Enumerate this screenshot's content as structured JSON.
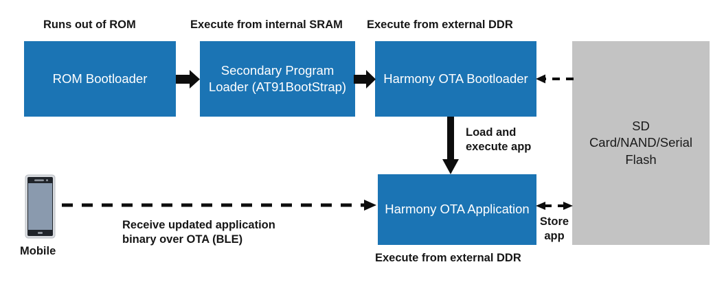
{
  "diagram": {
    "title_hidden": "",
    "colors": {
      "blue": "#1B74B4",
      "gray": "#C3C3C3",
      "arrow": "#0d0d0d",
      "text_dark": "#161616",
      "text_light": "#ffffff",
      "phone_screen": "#8A9AAE",
      "phone_frame": "#D9DCE0",
      "phone_bezel": "#1E2227"
    },
    "boxes": [
      {
        "id": "rom-bootloader",
        "label": "ROM Bootloader"
      },
      {
        "id": "secondary-program-loader",
        "label": "Secondary Program\nLoader (AT91BootStrap)"
      },
      {
        "id": "harmony-ota-bootloader",
        "label": "Harmony OTA\nBootloader"
      },
      {
        "id": "harmony-ota-application",
        "label": "Harmony OTA\nApplication"
      },
      {
        "id": "storage",
        "label": "SD Card/NAND/Serial\nFlash"
      }
    ],
    "captions": [
      {
        "id": "caption-rom",
        "text": "Runs out of ROM"
      },
      {
        "id": "caption-sram",
        "text": "Execute from internal SRAM"
      },
      {
        "id": "caption-ddr-top",
        "text": "Execute from external DDR"
      },
      {
        "id": "caption-load",
        "text": "Load and\nexecute app"
      },
      {
        "id": "caption-ota",
        "text": "Receive updated application\nbinary over OTA (BLE)"
      },
      {
        "id": "caption-store",
        "text": "Store\napp"
      },
      {
        "id": "caption-ddr-bottom",
        "text": "Execute from external DDR"
      },
      {
        "id": "caption-mobile",
        "text": "Mobile"
      }
    ],
    "icons": {
      "mobile": "mobile-phone-icon"
    },
    "connectors": [
      {
        "id": "rom-to-spl",
        "style": "solid",
        "direction": "right"
      },
      {
        "id": "spl-to-bootloader",
        "style": "solid",
        "direction": "right"
      },
      {
        "id": "storage-to-bootloader",
        "style": "dashed",
        "direction": "left"
      },
      {
        "id": "bootloader-to-app",
        "style": "solid",
        "direction": "down"
      },
      {
        "id": "mobile-to-app",
        "style": "dashed",
        "direction": "right"
      },
      {
        "id": "app-to-storage",
        "style": "dashed",
        "direction": "both"
      }
    ]
  }
}
